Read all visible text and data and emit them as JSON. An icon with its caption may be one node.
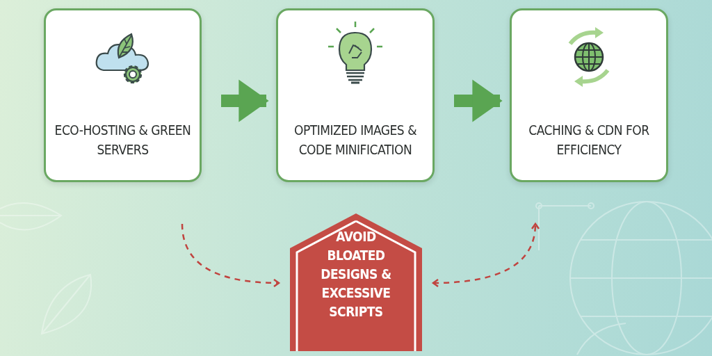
{
  "diagram": {
    "nodes": [
      {
        "text": [
          "ECO-HOSTING & GREEN SERVERS"
        ]
      },
      {
        "text": [
          "OPTIMIZED IMAGES & CODE MINIFICATION"
        ]
      },
      {
        "text": [
          "CACHING & CDN FOR EFFICIENCY"
        ]
      },
      {
        "text": [
          "AVOID BLOATED DESIGNS & EXCESSIVE SCRIPTS"
        ]
      }
    ],
    "edges": [
      {
        "from": 0,
        "to": 1,
        "arrow": "to",
        "style": "thick",
        "color": "#5aa552"
      },
      {
        "from": 1,
        "to": 2,
        "arrow": "to",
        "style": "thick",
        "color": "#5aa552"
      },
      {
        "from": 0,
        "to": 3,
        "arrow": "to",
        "style": "dashed",
        "color": "#c0443f"
      },
      {
        "from": 3,
        "to": 2,
        "arrow": "both",
        "style": "dashed",
        "color": "#c0443f"
      }
    ]
  }
}
